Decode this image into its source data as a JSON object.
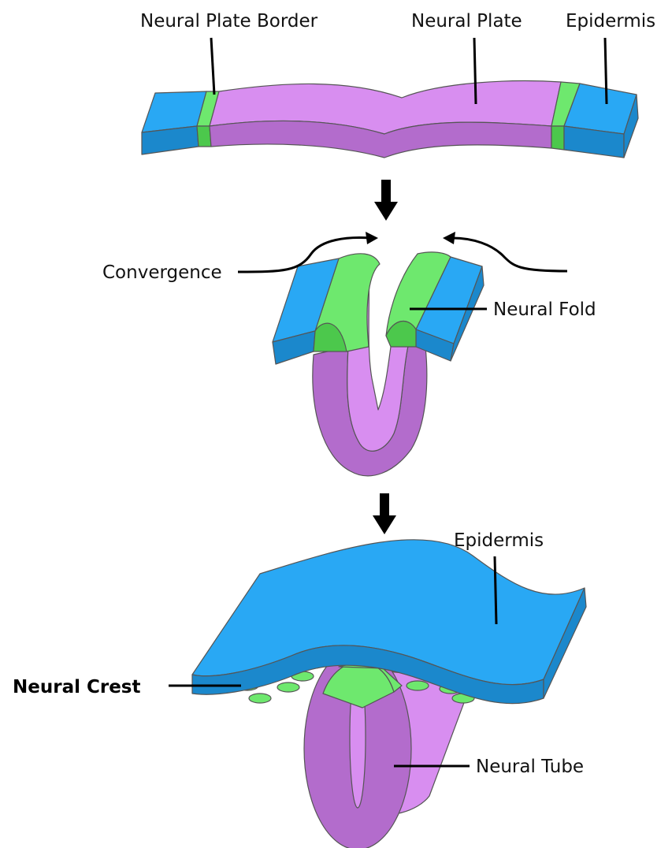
{
  "labels": {
    "neural_plate_border": "Neural Plate Border",
    "neural_plate": "Neural Plate",
    "epidermis_top": "Epidermis",
    "convergence": "Convergence",
    "neural_fold": "Neural Fold",
    "epidermis_bottom": "Epidermis",
    "neural_crest": "Neural Crest",
    "neural_tube": "Neural Tube"
  },
  "colors": {
    "epidermis_top": "#29a8f4",
    "epidermis_side": "#1b88cc",
    "neural_plate_top": "#d88ef0",
    "neural_plate_side": "#b36ccc",
    "neural_border": "#6ee86e",
    "neural_border_side": "#4cc84c",
    "arrow": "#000000"
  }
}
